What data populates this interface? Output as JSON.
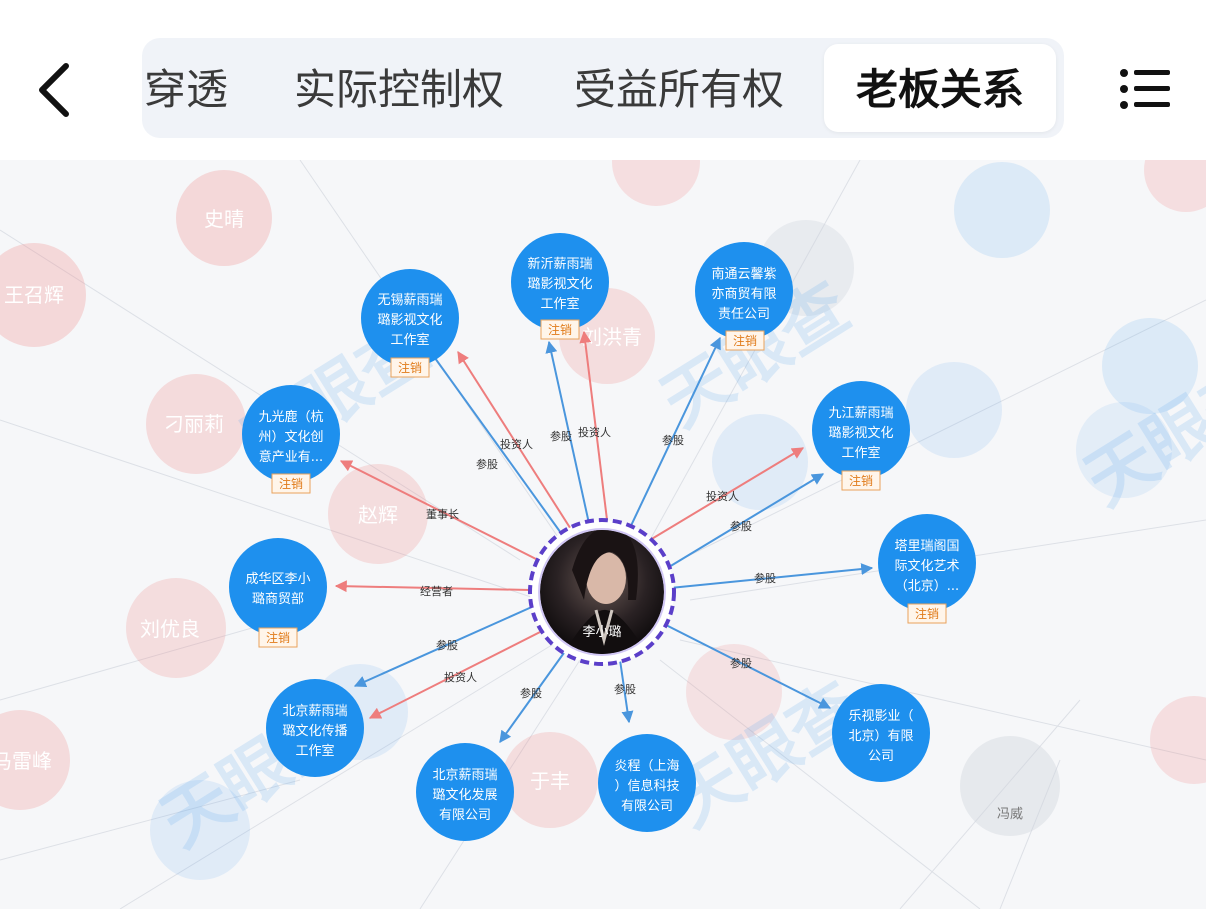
{
  "header": {
    "tabs": [
      {
        "label": "穿透",
        "active": false
      },
      {
        "label": "实际控制权",
        "active": false
      },
      {
        "label": "受益所有权",
        "active": false
      },
      {
        "label": "老板关系",
        "active": true
      }
    ]
  },
  "colors": {
    "company_node": "#1e90ee",
    "person_bg_node": "#f08a8a",
    "invest_edge": "#4a96dd",
    "manage_edge": "#ee7d7d",
    "center_ring": "#5b3fc9",
    "badge": "#e07b1a"
  },
  "graph": {
    "center": {
      "name": "李小璐"
    },
    "watermark": "天眼查",
    "nodes": [
      {
        "name": "无锡薪雨瑞璐影视文化工作室",
        "lines": [
          "无锡薪雨瑞",
          "璐影视文化",
          "工作室"
        ],
        "status": "注销"
      },
      {
        "name": "新沂薪雨瑞璐影视文化工作室",
        "lines": [
          "新沂薪雨瑞",
          "璐影视文化",
          "工作室"
        ],
        "status": "注销"
      },
      {
        "name": "南通云馨紫亦商贸有限责任公司",
        "lines": [
          "南通云馨紫",
          "亦商贸有限",
          "责任公司"
        ],
        "status": "注销"
      },
      {
        "name": "九光鹿（杭州）文化创意产业有...",
        "lines": [
          "九光鹿（杭",
          "州）文化创",
          "意产业有..."
        ],
        "status": "注销"
      },
      {
        "name": "九江薪雨瑞璐影视文化工作室",
        "lines": [
          "九江薪雨瑞",
          "璐影视文化",
          "工作室"
        ],
        "status": "注销"
      },
      {
        "name": "塔里瑞阁国际文化艺术（北京）...",
        "lines": [
          "塔里瑞阁国",
          "际文化艺术",
          "（北京）..."
        ],
        "status": "注销"
      },
      {
        "name": "成华区李小璐商贸部",
        "lines": [
          "成华区李小",
          "璐商贸部"
        ],
        "status": "注销"
      },
      {
        "name": "北京薪雨瑞璐文化传播工作室",
        "lines": [
          "北京薪雨瑞",
          "璐文化传播",
          "工作室"
        ],
        "status": ""
      },
      {
        "name": "北京薪雨瑞璐文化发展有限公司",
        "lines": [
          "北京薪雨瑞",
          "璐文化发展",
          "有限公司"
        ],
        "status": ""
      },
      {
        "name": "炎程（上海）信息科技有限公司",
        "lines": [
          "炎程（上海",
          "）信息科技",
          "有限公司"
        ],
        "status": ""
      },
      {
        "name": "乐视影业（北京）有限公司",
        "lines": [
          "乐视影业（",
          "北京）有限",
          "公司"
        ],
        "status": ""
      }
    ],
    "edge_labels": [
      {
        "text": "参股"
      },
      {
        "text": "投资人"
      },
      {
        "text": "参股"
      },
      {
        "text": "投资人"
      },
      {
        "text": "参股"
      },
      {
        "text": "董事长"
      },
      {
        "text": "投资人"
      },
      {
        "text": "参股"
      },
      {
        "text": "参股"
      },
      {
        "text": "经营者"
      },
      {
        "text": "参股"
      },
      {
        "text": "投资人"
      },
      {
        "text": "参股"
      },
      {
        "text": "参股"
      },
      {
        "text": "参股"
      }
    ],
    "background_people": [
      {
        "name": "史晴"
      },
      {
        "name": "王召辉"
      },
      {
        "name": "刘洪青"
      },
      {
        "name": "刁丽莉"
      },
      {
        "name": "赵辉"
      },
      {
        "name": "刘优良"
      },
      {
        "name": "马雷峰"
      },
      {
        "name": "于丰"
      },
      {
        "name": "冯威"
      }
    ]
  }
}
